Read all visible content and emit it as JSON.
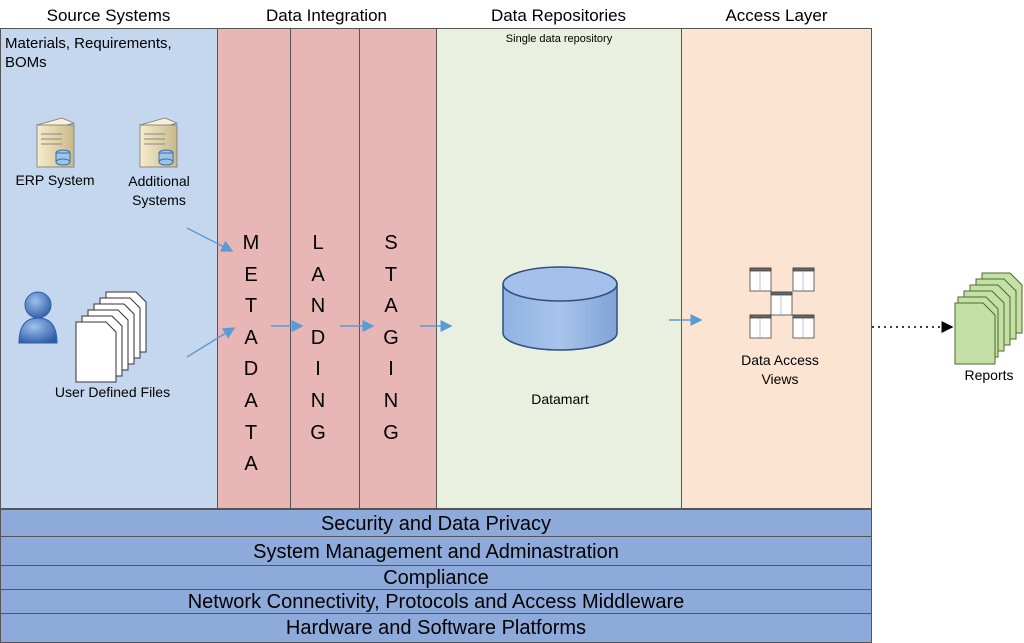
{
  "headers": {
    "source": "Source Systems",
    "integration": "Data Integration",
    "repositories": "Data Repositories",
    "access": "Access Layer"
  },
  "source": {
    "topnote": "Materials, Requirements, BOMs",
    "erp_label": "ERP System",
    "additional_label": "Additional Systems",
    "files_label": "User Defined Files"
  },
  "integration": {
    "stages": [
      {
        "name": "metadata",
        "letters": [
          "M",
          "E",
          "T",
          "A",
          "D",
          "A",
          "T",
          "A"
        ]
      },
      {
        "name": "landing",
        "letters": [
          "L",
          "A",
          "N",
          "D",
          "I",
          "N",
          "G"
        ]
      },
      {
        "name": "staging",
        "letters": [
          "S",
          "T",
          "A",
          "G",
          "I",
          "N",
          "G"
        ]
      }
    ]
  },
  "repositories": {
    "subtitle": "Single data repository",
    "datamart_label": "Datamart"
  },
  "access": {
    "views_label": "Data Access Views"
  },
  "reports_label": "Reports",
  "bands": [
    "Security and Data Privacy",
    "System Management and Adminastration",
    "Compliance",
    "Network Connectivity, Protocols and Access Middleware",
    "Hardware and Software Platforms"
  ],
  "colors": {
    "source_bg": "#c5d7ef",
    "integration_bg": "#e8b6b4",
    "repository_bg": "#e9f0df",
    "access_bg": "#fce4d3",
    "band_bg": "#8eaadb",
    "arrow": "#5b9bd5",
    "report_fill": "#c5e0a5"
  }
}
